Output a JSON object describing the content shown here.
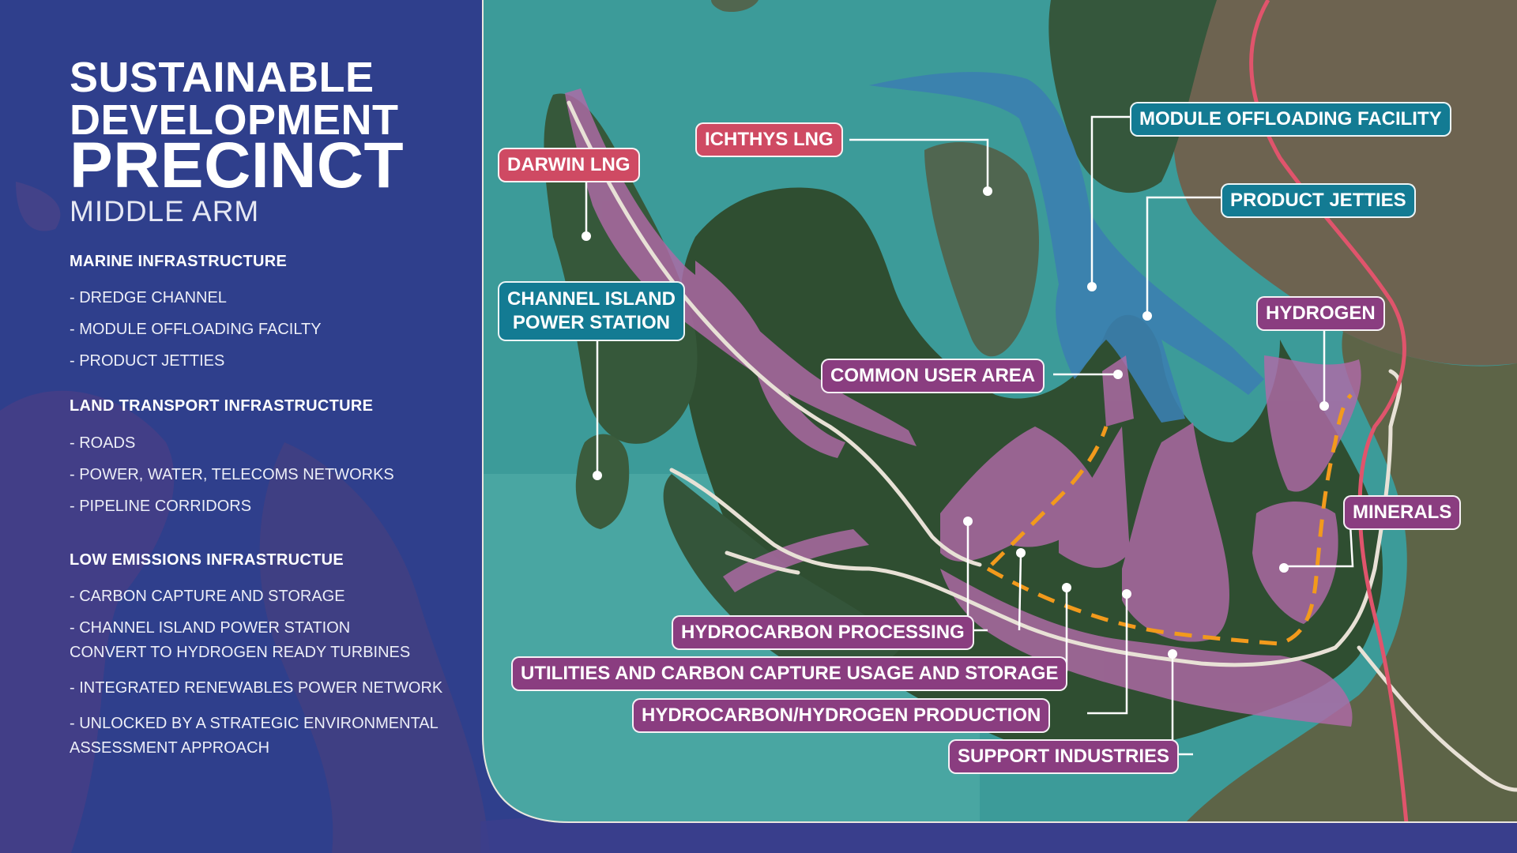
{
  "title": {
    "line1": "SUSTAINABLE",
    "line2": "DEVELOPMENT",
    "line3": "PRECINCT",
    "subtitle": "MIDDLE ARM"
  },
  "sections": [
    {
      "heading": "MARINE INFRASTRUCTURE",
      "items": [
        "- DREDGE CHANNEL",
        "- MODULE OFFLOADING FACILTY",
        "- PRODUCT JETTIES"
      ]
    },
    {
      "heading": "LAND TRANSPORT  INFRASTRUCTURE",
      "items": [
        "- ROADS",
        "- POWER, WATER, TELECOMS NETWORKS",
        "- PIPELINE CORRIDORS"
      ]
    },
    {
      "heading": "LOW EMISSIONS  INFRASTRUCTUE",
      "items": [
        "- CARBON CAPTURE AND STORAGE",
        "- CHANNEL ISLAND POWER STATION",
        "CONVERT TO HYDROGEN READY TURBINES",
        "- INTEGRATED RENEWABLES POWER NETWORK",
        "- UNLOCKED BY A STRATEGIC ENVIRONMENTAL",
        "ASSESSMENT APPROACH"
      ]
    }
  ],
  "map_labels": {
    "darwin_lng": "DARWIN LNG",
    "ichthys_lng": "ICHTHYS LNG",
    "module_offloading": "MODULE OFFLOADING FACILITY",
    "product_jetties": "PRODUCT JETTIES",
    "channel_island_1": "CHANNEL ISLAND",
    "channel_island_2": "POWER STATION",
    "hydrogen": "HYDROGEN",
    "common_user_area": "COMMON USER AREA",
    "minerals": "MINERALS",
    "hydrocarbon_processing": "HYDROCARBON PROCESSING",
    "utilities_ccus": "UTILITIES AND CARBON CAPTURE USAGE AND STORAGE",
    "hydrocarbon_hydrogen": "HYDROCARBON/HYDROGEN PRODUCTION",
    "support_industries": "SUPPORT INDUSTRIES"
  },
  "colors": {
    "sidebar": "#2f3f8c",
    "sea": "#3a9a9a",
    "land": "#3e5a3e",
    "precinct": "#b06aa7",
    "channel": "#3b7fb0",
    "pipeline": "#f29a1c",
    "rail": "#e0546c",
    "road": "#e8e1d6",
    "label_red": "#cf4a63",
    "label_teal": "#137b93",
    "label_purple": "#8a3d80"
  }
}
